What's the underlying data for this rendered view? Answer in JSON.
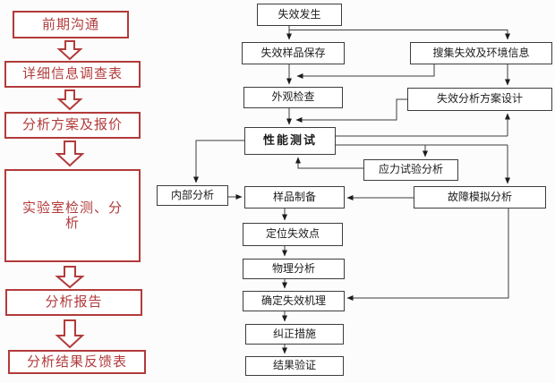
{
  "colors": {
    "accent_red": "#b23b3b",
    "connector_line": "#3d3d3d",
    "text_dark": "#1c1c1c",
    "background": "#fcfcfc"
  },
  "left_flow": {
    "items": [
      {
        "label": "前期沟通"
      },
      {
        "label": "详细信息调查表"
      },
      {
        "label": "分析方案及报价"
      },
      {
        "label": "实验室检测、分析"
      },
      {
        "label": "分析报告"
      },
      {
        "label": "分析结果反馈表"
      }
    ]
  },
  "right_flow": {
    "failure_occurred": "失效发生",
    "sample_preservation": "失效样品保存",
    "collect_failure_env_info": "搜集失效及环境信息",
    "visual_inspection": "外观检查",
    "fa_plan_design": "失效分析方案设计",
    "performance_test": "性能测试",
    "stress_test_analysis": "应力试验分析",
    "internal_analysis": "内部分析",
    "sample_preparation": "样品制备",
    "fault_simulation_analysis": "故障模拟分析",
    "locate_failure_point": "定位失效点",
    "physical_analysis": "物理分析",
    "determine_failure_mechanism": "确定失效机理",
    "corrective_measures": "纠正措施",
    "result_verification": "结果验证"
  }
}
